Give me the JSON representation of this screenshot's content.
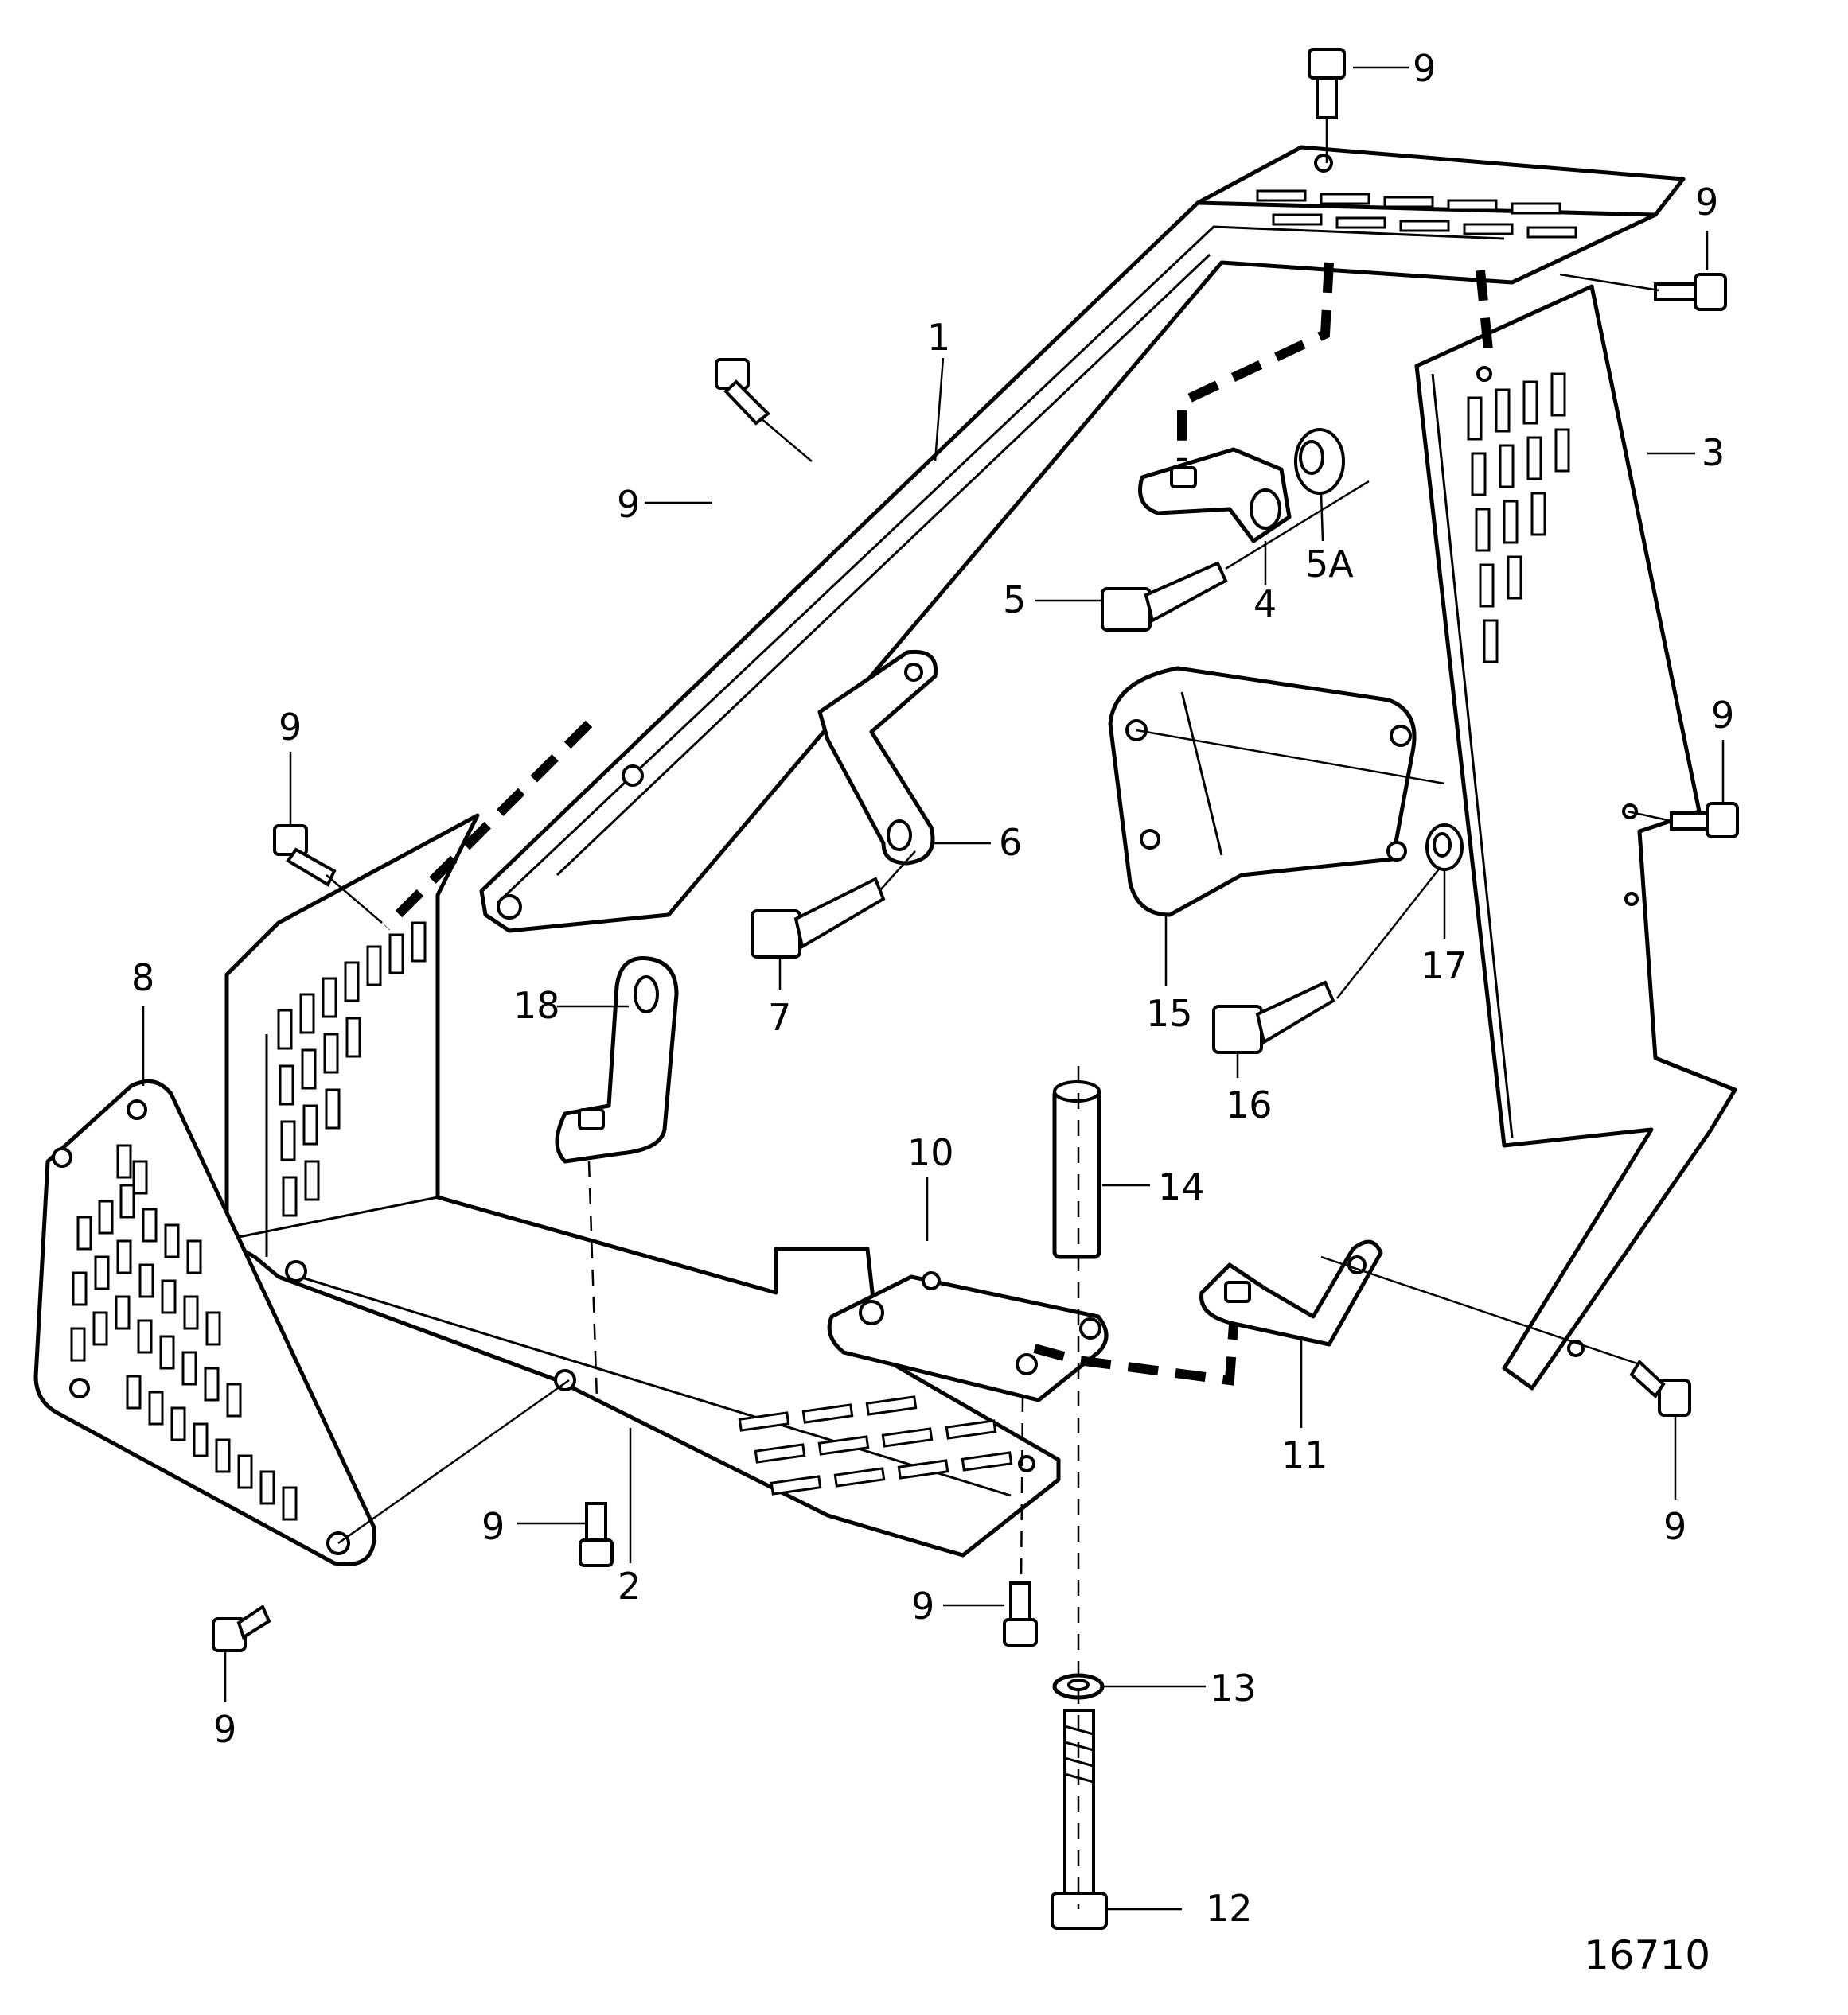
{
  "callouts": [
    {
      "id": "c1",
      "text": "1"
    },
    {
      "id": "c2",
      "text": "2"
    },
    {
      "id": "c3",
      "text": "3"
    },
    {
      "id": "c4",
      "text": "4"
    },
    {
      "id": "c5",
      "text": "5"
    },
    {
      "id": "c5a",
      "text": "5A"
    },
    {
      "id": "c6",
      "text": "6"
    },
    {
      "id": "c7",
      "text": "7"
    },
    {
      "id": "c8",
      "text": "8"
    },
    {
      "id": "c9a",
      "text": "9"
    },
    {
      "id": "c9b",
      "text": "9"
    },
    {
      "id": "c9c",
      "text": "9"
    },
    {
      "id": "c9d",
      "text": "9"
    },
    {
      "id": "c9e",
      "text": "9"
    },
    {
      "id": "c9f",
      "text": "9"
    },
    {
      "id": "c9g",
      "text": "9"
    },
    {
      "id": "c9h",
      "text": "9"
    },
    {
      "id": "c9i",
      "text": "9"
    },
    {
      "id": "c10",
      "text": "10"
    },
    {
      "id": "c11",
      "text": "11"
    },
    {
      "id": "c12",
      "text": "12"
    },
    {
      "id": "c13",
      "text": "13"
    },
    {
      "id": "c14",
      "text": "14"
    },
    {
      "id": "c15",
      "text": "15"
    },
    {
      "id": "c16",
      "text": "16"
    },
    {
      "id": "c17",
      "text": "17"
    },
    {
      "id": "c18",
      "text": "18"
    }
  ],
  "reference_number": "16710"
}
